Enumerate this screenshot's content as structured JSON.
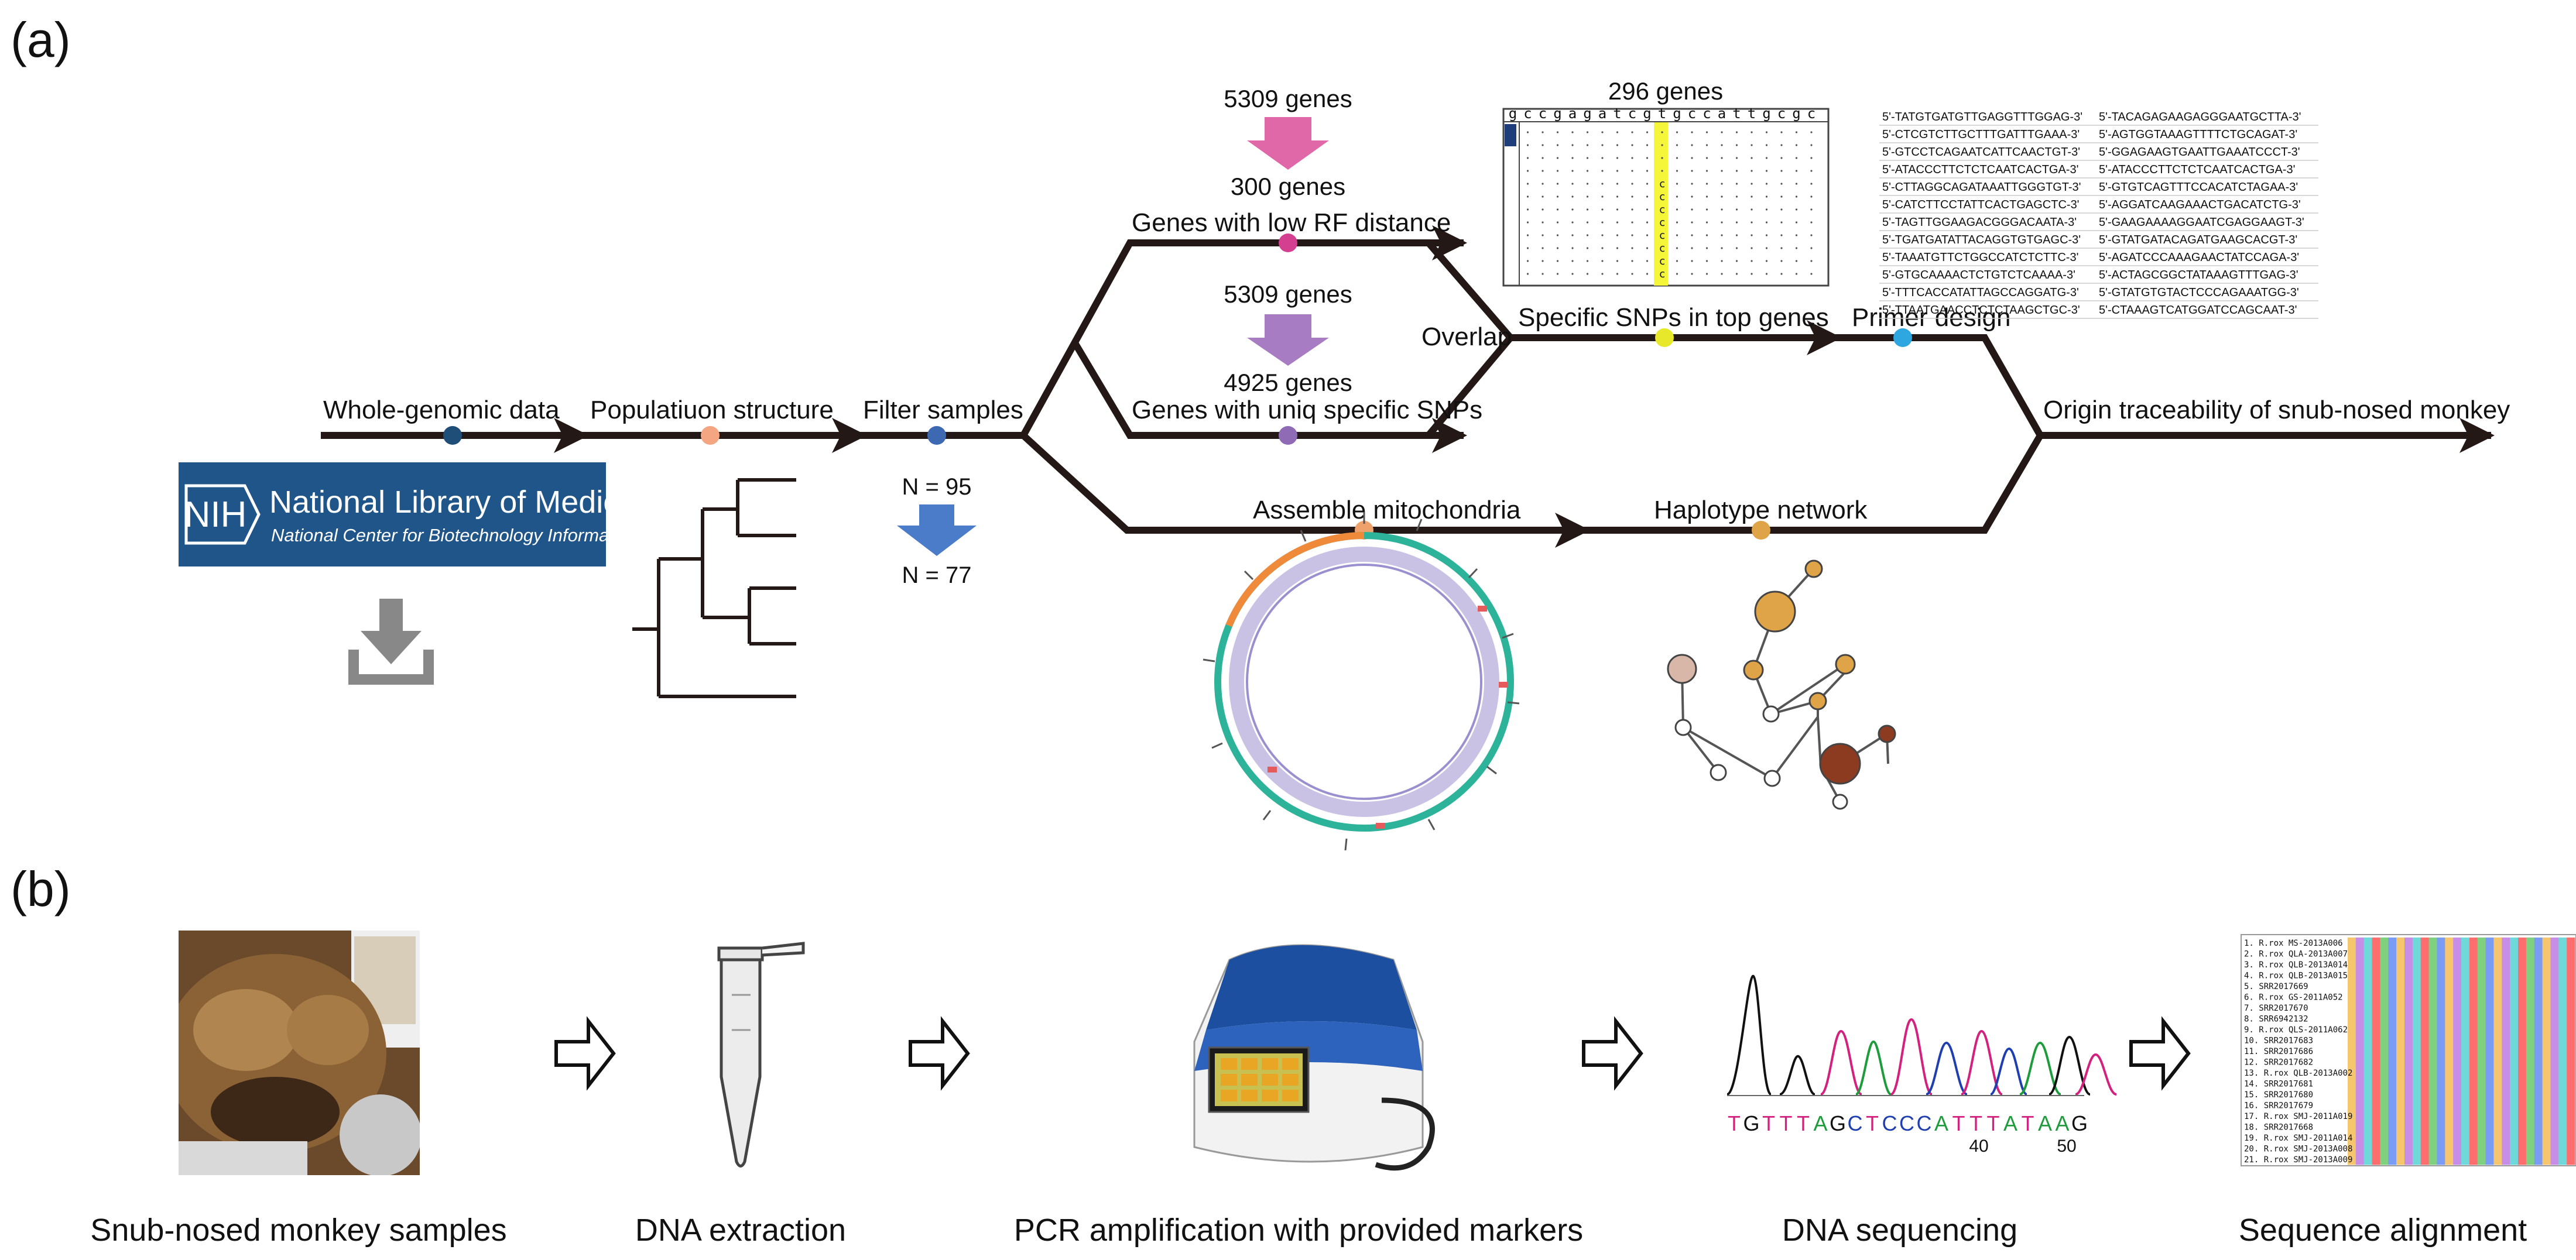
{
  "panels": {
    "a": "(a)",
    "b": "(b)"
  },
  "pipeline": {
    "whole_genomic": "Whole-genomic data",
    "population": "Populatiuon structure",
    "filter": "Filter samples",
    "low_rf": "Genes with low RF distance",
    "uniq_snp": "Genes with uniq specific SNPs",
    "overlap": "Overlap",
    "specific_snps": "Specific SNPs in top genes",
    "primer": "Primer design",
    "assemble": "Assemble mitochondria",
    "haplotype": "Haplotype network",
    "origin": "Origin traceability of snub-nosed monkey"
  },
  "counts": {
    "rf_from": "5309 genes",
    "rf_to": "300 genes",
    "snp_from": "5309 genes",
    "snp_to": "4925 genes",
    "n_from": "N = 95",
    "n_to": "N = 77",
    "top_genes": "296 genes"
  },
  "nih": {
    "badge": "NIH",
    "title": "National Library of Medicine",
    "subtitle": "National Center for Biotechnology Information"
  },
  "alignment_header": [
    "g",
    "c",
    "c",
    "g",
    "a",
    "g",
    "a",
    "t",
    "c",
    "g",
    "t",
    "g",
    "c",
    "c",
    "a",
    "t",
    "t",
    "g",
    "c",
    "g",
    "c"
  ],
  "primers": [
    [
      "5'-TATGTGATGTTGAGGTTTGGAG-3'",
      "5'-TACAGAGAAGAGGGAATGCTTA-3'"
    ],
    [
      "5'-CTCGTCTTGCTTTGATTTGAAA-3'",
      "5'-AGTGGTAAAGTTTTCTGCAGAT-3'"
    ],
    [
      "5'-GTCCTCAGAATCATTCAACTGT-3'",
      "5'-GGAGAAGTGAATTGAAATCCCT-3'"
    ],
    [
      "5'-ATACCCTTCTCTCAATCACTGA-3'",
      "5'-ATACCCTTCTCTCAATCACTGA-3'"
    ],
    [
      "5'-CTTAGGCAGATAAATTGGGTGT-3'",
      "5'-GTGTCAGTTTCCACATCTAGAA-3'"
    ],
    [
      "5'-CATCTTCCTATTCACTGAGCTC-3'",
      "5'-AGGATCAAGAAACTGACATCTG-3'"
    ],
    [
      "5'-TAGTTGGAAGACGGGACAATA-3'",
      "5'-GAAGAAAAGGAATCGAGGAAGT-3'"
    ],
    [
      "5'-TGATGATATTACAGGTGTGAGC-3'",
      "5'-GTATGATACAGATGAAGCACGT-3'"
    ],
    [
      "5'-TAAATGTTCTGGCCATCTCTTC-3'",
      "5'-AGATCCCAAAGAACTATCCAGA-3'"
    ],
    [
      "5'-GTGCAAAACTCTGTCTCAAAA-3'",
      "5'-ACTAGCGGCTATAAAGTTTGAG-3'"
    ],
    [
      "5'-TTTCACCATATTAGCCAGGATG-3'",
      "5'-GTATGTGTACTCCCAGAAATGG-3'"
    ],
    [
      "5'-TTAATGAACCTCTCTAAGCTGC-3'",
      "5'-CTAAAGTCATGGATCCAGCAAT-3'"
    ]
  ],
  "workflow": {
    "samples": "Snub-nosed monkey samples",
    "extraction": "DNA extraction",
    "pcr": "PCR amplification with provided markers",
    "sequencing": "DNA sequencing",
    "alignment": "Sequence alignment"
  },
  "chromatogram": {
    "bases": [
      "T",
      "G",
      "T",
      "T",
      "T",
      "A",
      "G",
      "C",
      "T",
      "C",
      "C",
      "C",
      "A",
      "T",
      "T",
      "T",
      "A",
      "T",
      "A",
      "A",
      "G"
    ],
    "ticks": [
      "40",
      "50"
    ]
  },
  "seq_samples": [
    "1. R.rox MS-2013A006",
    "2. R.rox QLA-2013A007",
    "3. R.rox QLB-2013A014",
    "4. R.rox QLB-2013A015",
    "5. SRR2017669",
    "6. R.rox GS-2011A052",
    "7. SRR2017670",
    "8. SRR6942132",
    "9. R.rox QLS-2011A062",
    "10. SRR2017683",
    "11. SRR2017686",
    "12. SRR2017682",
    "13. R.rox QLB-2013A002",
    "14. SRR2017681",
    "15. SRR2017680",
    "16. SRR2017679",
    "17. R.rox SMJ-2011A019",
    "18. SRR2017668",
    "19. R.rox SMJ-2011A014",
    "20. R.rox SMJ-2013A008",
    "21. R.rox SMJ-2013A009"
  ],
  "colors": {
    "line": "#231815",
    "dot_navy": "#1f4e79",
    "dot_salmon": "#f4a582",
    "dot_blue": "#3d68b2",
    "dot_pink": "#d43f8f",
    "dot_purple": "#8e6bb4",
    "dot_yellow": "#e8e82a",
    "dot_cyan": "#2ea7e0",
    "dot_orange": "#eea16a",
    "dot_gold": "#e0a448",
    "arrow_pink": "#e067a8",
    "arrow_purple": "#a77cc2",
    "arrow_blue": "#4a7cc9",
    "nih_blue": "#20558a"
  }
}
